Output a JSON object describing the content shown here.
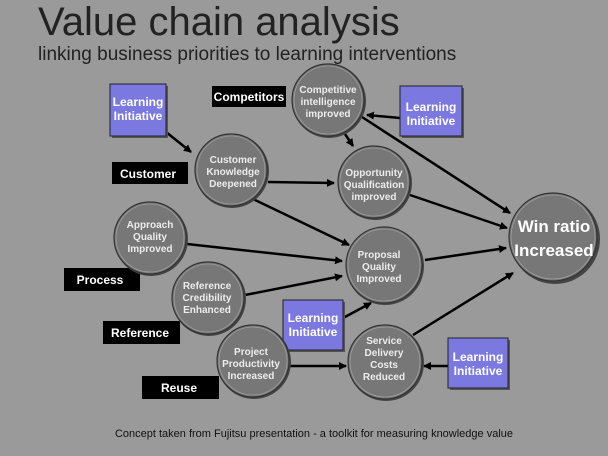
{
  "header": {
    "title": "Value chain analysis",
    "subtitle": "linking business priorities to learning interventions"
  },
  "footer": "Concept taken from Fujitsu presentation - a toolkit for measuring knowledge value",
  "colors": {
    "background": "#9a9a9a",
    "node_fill": "#777777",
    "initiative_fill": "#7b78e0",
    "tag_fill": "#000000",
    "arrow": "#000000"
  },
  "nodes": {
    "competitive": [
      "Competitive",
      "intelligence",
      "improved"
    ],
    "customer": [
      "Customer",
      "Knowledge",
      "Deepened"
    ],
    "opportunity": [
      "Opportunity",
      "Qualification",
      "improved"
    ],
    "approach": [
      "Approach",
      "Quality",
      "Improved"
    ],
    "proposal": [
      "Proposal",
      "Quality",
      "Improved"
    ],
    "reference": [
      "Reference",
      "Credibility",
      "Enhanced"
    ],
    "project": [
      "Project",
      "Productivity",
      "Increased"
    ],
    "service": [
      "Service",
      "Delivery",
      "Costs",
      "Reduced"
    ],
    "win": [
      "Win ratio",
      "Increased"
    ]
  },
  "initiatives": [
    [
      "Learning",
      "Initiative"
    ],
    [
      "Learning",
      "Initiative"
    ],
    [
      "Learning",
      "Initiative"
    ],
    [
      "Learning",
      "Initiative"
    ]
  ],
  "tags": {
    "competitors": "Competitors",
    "customer": "Customer",
    "process": "Process",
    "reference": "Reference",
    "reuse": "Reuse"
  }
}
